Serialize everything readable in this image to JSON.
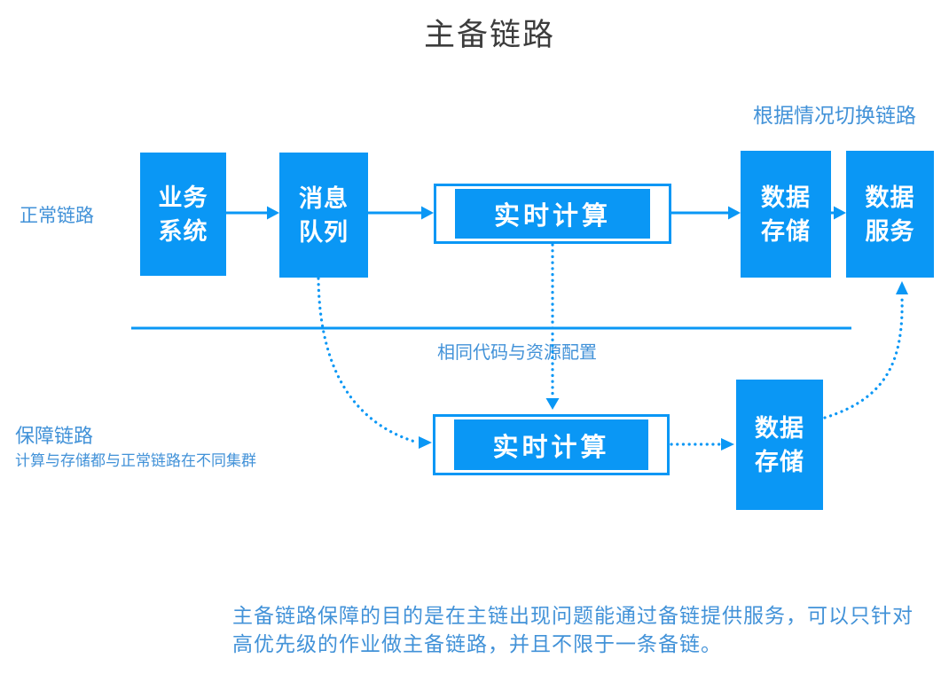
{
  "title": "主备链路",
  "colors": {
    "box_blue": "#0a97f5",
    "note_blue": "#4292d8",
    "title_gray": "#3c3c3c"
  },
  "annotations": {
    "switch_note": "根据情况切换链路",
    "normal_link_label": "正常链路",
    "backup_link_label": "保障链路",
    "backup_link_sub": "计算与存储都与正常链路在不同集群",
    "same_code_note": "相同代码与资源配置",
    "footer_line1": "主备链路保障的目的是在主链出现问题能通过备链提供服务，可以只针对",
    "footer_line2": "高优先级的作业做主备链路，并且不限于一条备链。"
  },
  "nodes": {
    "business_system": "业务\n系统",
    "message_queue": "消息\n队列",
    "realtime_primary": "实时计算",
    "realtime_backup": "实时计算",
    "storage_primary": "数据\n存储",
    "storage_backup": "数据\n存储",
    "data_service": "数据\n服务"
  }
}
